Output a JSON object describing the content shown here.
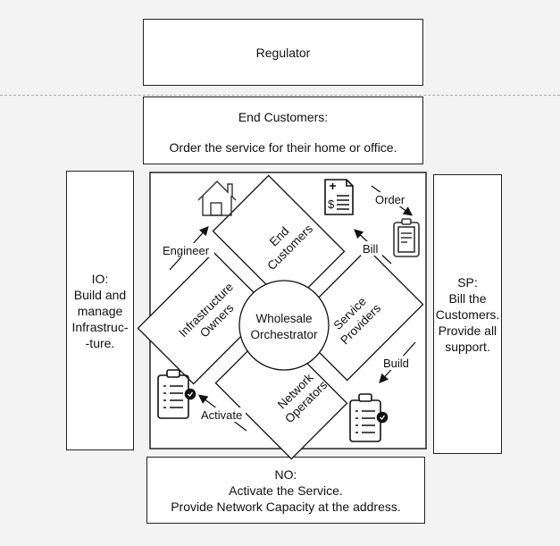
{
  "regulator": {
    "label": "Regulator"
  },
  "end_customers_box": {
    "title": "End Customers:",
    "description": "Order the service for their home or office."
  },
  "io_box": {
    "text": "IO:\nBuild and\nmanage\nInfrastruc-\n-ture."
  },
  "sp_box": {
    "text": "SP:\nBill the\nCustomers.\nProvide all\nsupport."
  },
  "no_box": {
    "text": "NO:\nActivate the Service.\nProvide Network Capacity at the address."
  },
  "center": {
    "line1": "Wholesale",
    "line2": "Orchestrator"
  },
  "diamonds": {
    "end_customers": {
      "line1": "End",
      "line2": "Customers"
    },
    "service_providers": {
      "line1": "Service",
      "line2": "Providers"
    },
    "network_operators": {
      "line1": "Network",
      "line2": "Operators"
    },
    "infrastructure_owners": {
      "line1": "Infrastructure",
      "line2": "Owners"
    }
  },
  "arrows": {
    "order": "Order",
    "bill": "Bill",
    "build": "Build",
    "activate": "Activate",
    "engineer": "Engineer"
  },
  "icons": [
    "house-icon",
    "invoice-icon",
    "clipboard-icon",
    "checklist-icon"
  ]
}
